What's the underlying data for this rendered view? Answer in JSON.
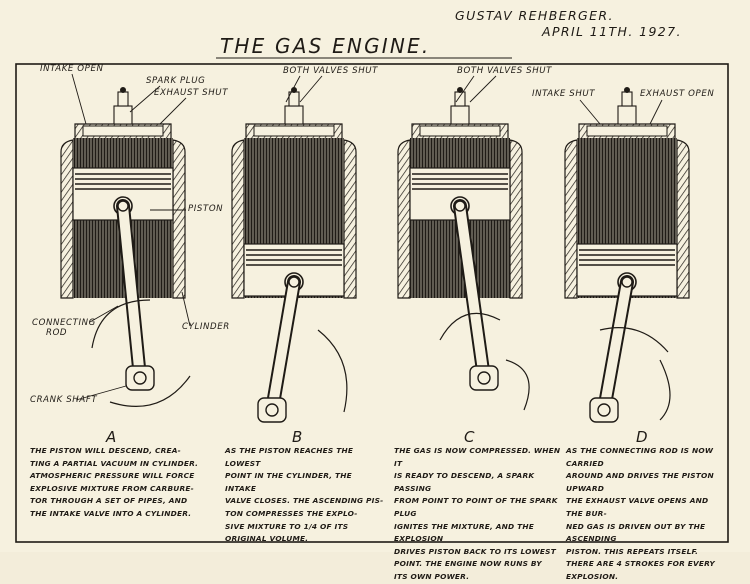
{
  "author": {
    "name": "GUSTAV REHBERGER.",
    "date": "APRIL 11TH. 1927."
  },
  "title": "THE GAS ENGINE.",
  "labels": {
    "intake_open": "INTAKE OPEN",
    "spark_plug": "SPARK PLUG",
    "exhaust_shut": "EXHAUST SHUT",
    "both_valves_shut_b": "BOTH VALVES SHUT",
    "both_valves_shut_c": "BOTH VALVES SHUT",
    "intake_shut": "INTAKE SHUT",
    "exhaust_open": "EXHAUST OPEN",
    "piston": "PISTON",
    "connecting_rod_1": "CONNECTING",
    "connecting_rod_2": "ROD",
    "cylinder": "CYLINDER",
    "crank_shaft": "CRANK SHAFT"
  },
  "stages": [
    {
      "letter": "A",
      "lines": [
        "THE PISTON WILL DESCEND, CREA-",
        "TING A PARTIAL VACUUM IN CYLINDER.",
        "ATMOSPHERIC PRESSURE WILL FORCE",
        "EXPLOSIVE MIXTURE FROM CARBURE-",
        "TOR THROUGH A SET OF PIPES, AND",
        "THE INTAKE VALVE INTO A CYLINDER."
      ]
    },
    {
      "letter": "B",
      "lines": [
        "AS THE PISTON REACHES THE LOWEST",
        "POINT IN THE CYLINDER, THE INTAKE",
        "VALVE CLOSES. THE ASCENDING PIS-",
        "TON COMPRESSES THE EXPLO-",
        "SIVE MIXTURE TO 1/4 OF ITS",
        "ORIGINAL VOLUME."
      ]
    },
    {
      "letter": "C",
      "lines": [
        "THE GAS IS NOW COMPRESSED. WHEN IT",
        "IS READY TO DESCEND, A SPARK PASSING",
        "FROM POINT TO POINT OF THE SPARK PLUG",
        "IGNITES THE MIXTURE, AND THE EXPLOSION",
        "DRIVES PISTON BACK TO ITS LOWEST",
        "POINT. THE ENGINE NOW RUNS BY",
        "ITS OWN POWER."
      ]
    },
    {
      "letter": "D",
      "lines": [
        "AS THE CONNECTING ROD IS NOW CARRIED",
        "AROUND AND DRIVES THE PISTON UPWARD",
        "THE EXHAUST VALVE OPENS AND THE BUR-",
        "NED GAS IS DRIVEN OUT BY THE ASCENDING",
        "PISTON. THIS REPEATS ITSELF.",
        "THERE ARE 4 STROKES FOR EVERY",
        "EXPLOSION."
      ]
    }
  ]
}
